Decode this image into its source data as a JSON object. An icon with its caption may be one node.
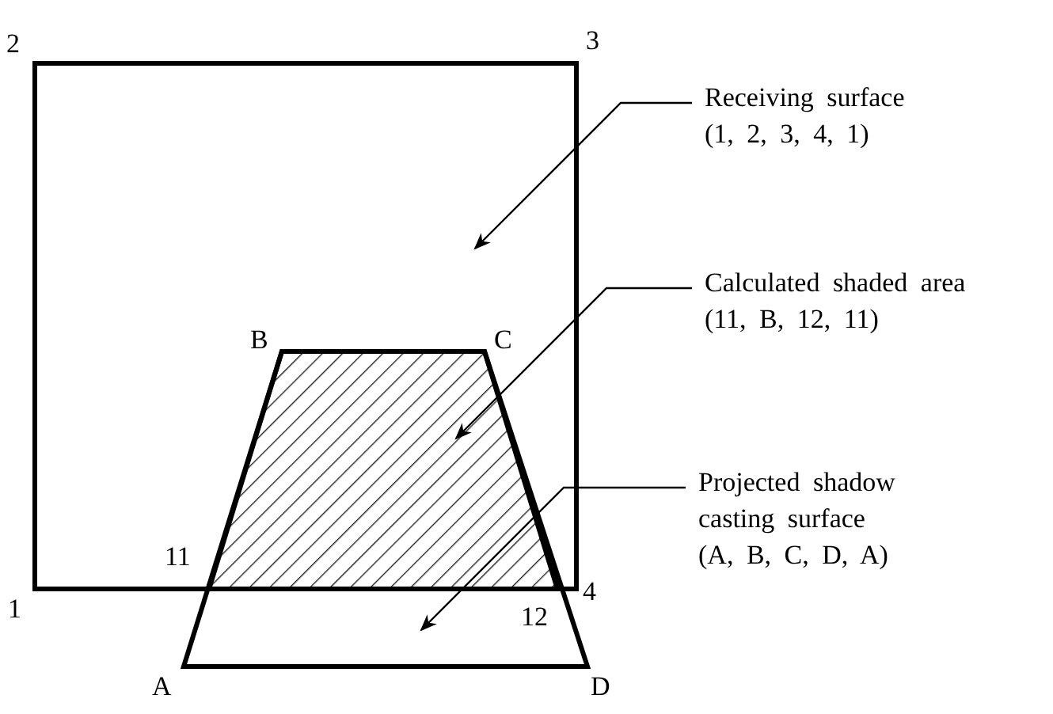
{
  "diagram": {
    "nodes": [
      {
        "text": [
          "Receiving surface",
          "(1, 2, 3, 4, 1)"
        ]
      },
      {
        "text": [
          "Calculated shaded area",
          "(11, B, 12, 11)"
        ]
      },
      {
        "text": [
          "Projected shadow casting surface",
          "(A, B, C, D, A)"
        ]
      },
      {
        "text": [],
        "shape": "box"
      },
      {
        "text": [],
        "shape": "trapezoid"
      },
      {
        "text": [],
        "shape": "trapezoid"
      }
    ],
    "edges": [
      {
        "from": 0,
        "to": 3,
        "arrow": "to"
      },
      {
        "from": 1,
        "to": 4,
        "arrow": "to"
      },
      {
        "from": 2,
        "to": 5,
        "arrow": "to"
      }
    ],
    "labels": [
      "2",
      "3",
      "B",
      "C",
      "11",
      "1",
      "4",
      "12",
      "A",
      "D"
    ]
  }
}
